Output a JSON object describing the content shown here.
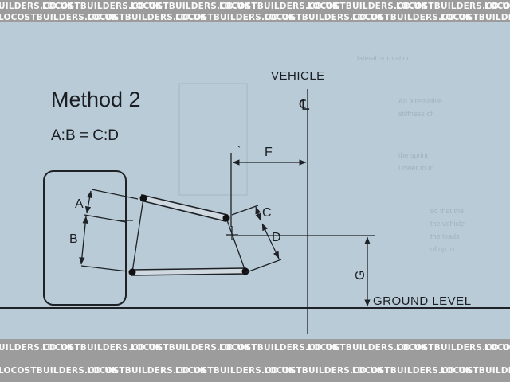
{
  "watermark": {
    "text": "LOCOSTBUILDERS.CO.UK"
  },
  "diagram": {
    "title": "Method 2",
    "formula": "A:B = C:D",
    "vehicle_label": "VEHICLE",
    "centerline_symbol": "℄",
    "ground_label": "GROUND LEVEL",
    "dimensions": {
      "a": "A",
      "b": "B",
      "c": "C",
      "d": "D",
      "f": "F",
      "g": "G"
    }
  },
  "colors": {
    "paper": "#b9cbd6",
    "ink": "#1e2126",
    "watermark_strip": "#9c9c9c"
  }
}
